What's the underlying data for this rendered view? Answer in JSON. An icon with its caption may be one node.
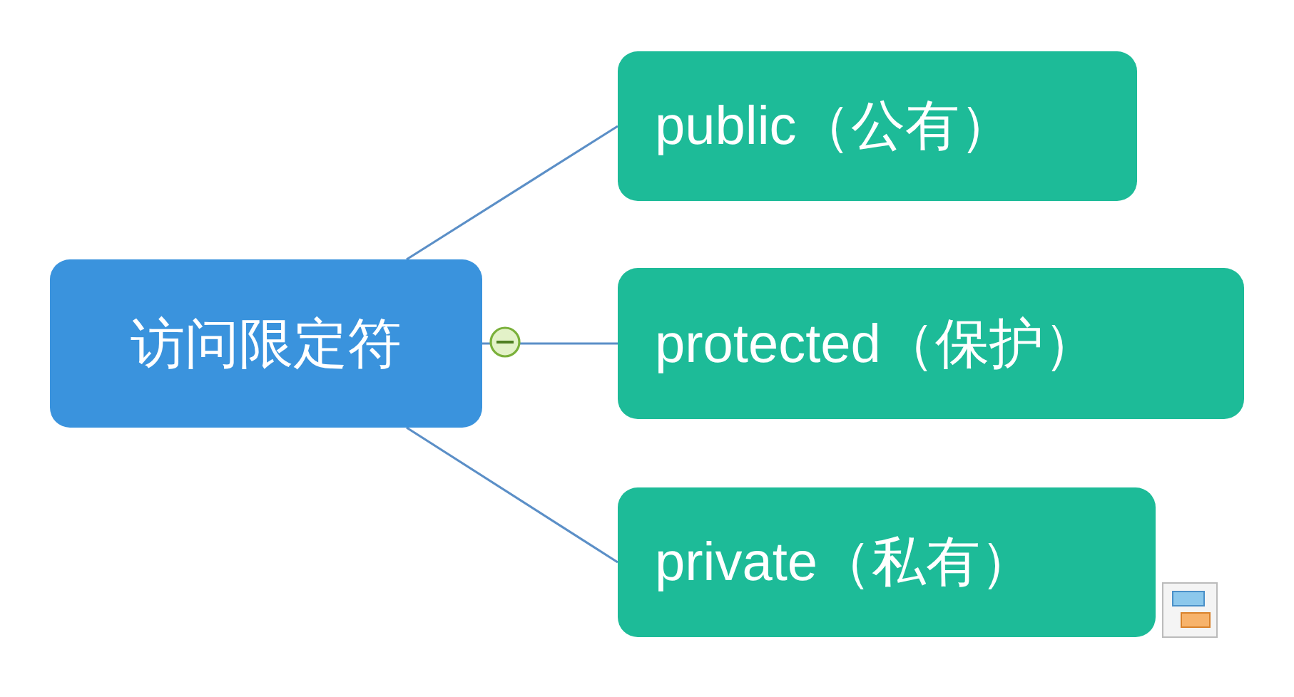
{
  "diagram": {
    "nodes": [
      {
        "text": [
          "访问限定符"
        ]
      },
      {
        "text": [
          "public（公有）"
        ]
      },
      {
        "text": [
          "protected（保护）"
        ]
      },
      {
        "text": [
          "private（私有）"
        ]
      }
    ],
    "edges": [
      {
        "from": 0,
        "to": 1,
        "arrow": "none"
      },
      {
        "from": 0,
        "to": 2,
        "arrow": "none"
      },
      {
        "from": 0,
        "to": 3,
        "arrow": "none"
      }
    ]
  }
}
